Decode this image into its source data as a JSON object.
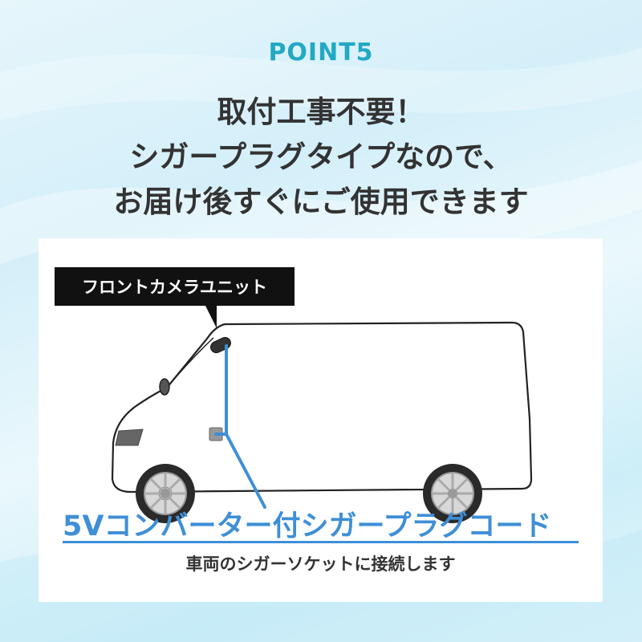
{
  "header": {
    "point_label": "POINT5",
    "headline_lines": [
      "取付工事不要！",
      "シガープラグタイプなので、",
      "お届け後すぐにご使用できます"
    ]
  },
  "diagram": {
    "camera_label": "フロントカメラユニット",
    "cord_title": "5Vコンバーター付シガープラグコード",
    "cord_description": "車両のシガーソケットに接続します"
  },
  "colors": {
    "accent_teal": "#22a9c4",
    "cord_blue": "#3e8fd6",
    "text_dark": "#333333",
    "tag_black": "#111111"
  }
}
